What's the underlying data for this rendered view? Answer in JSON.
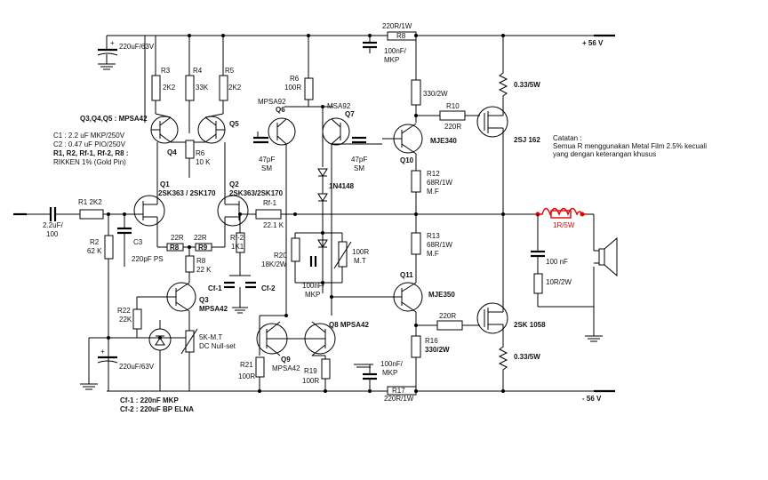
{
  "supply": {
    "pos": "+ 56 V",
    "neg": "- 56 V"
  },
  "notes": {
    "transistors": "Q3,Q4,Q5 : MPSA42",
    "c1": "C1 : 2.2 uF MKP/250V",
    "c2": "C2 : 0.47 uF PIO/250V",
    "resistors_a": "R1, R2, Rf-1, Rf-2, R8 :",
    "resistors_b": "RIKKEN 1% (Gold Pin)",
    "catatan_title": "Catatan :",
    "catatan_1": "Semua R menggunakan Metal Film 2.5% kecuali",
    "catatan_2": "yang dengan keterangan khusus",
    "cf1": "Cf-1 : 220nF MKP",
    "cf2": "Cf-2 : 220uF BP ELNA"
  },
  "parts": {
    "c_top": "220uF/63V",
    "c_bot": "220uF/63V",
    "r3": "R3",
    "r3v": "2K2",
    "r4": "R4",
    "r4v": "33K",
    "r5": "R5",
    "r5v": "2K2",
    "r6": "R6",
    "r6v": "10 K",
    "r6b": "R6",
    "r6bv": "100R",
    "r8": "R8",
    "r8v": "220R/1W",
    "c100top": "100nF/",
    "c100top_b": "MKP",
    "r330": "330/2W",
    "r10": "R10",
    "r10v": "220R",
    "r033top": "0.33/5W",
    "q_2sj": "2SJ 162",
    "q4": "Q4",
    "q5": "Q5",
    "q6": "Q6",
    "q6t": "MPSA92",
    "q7": "Q7",
    "q7t": "MSA92",
    "c47a": "47pF",
    "c47a_b": "SM",
    "c47b": "47pF",
    "c47b_b": "SM",
    "q10": "Q10",
    "q10t": "MJE340",
    "d1": "1N4148",
    "r12": "R12",
    "r12v": "68R/1W",
    "r12m": "M.F",
    "r13": "R13",
    "r13v": "68R/1W",
    "r13m": "M.F",
    "q1": "Q1",
    "q1t": "2SK363 / 2SK170",
    "q2": "Q2",
    "q2t": "2SK363/2SK170",
    "c_in": "2.2uF/",
    "c_in_b": "100",
    "r1": "R1 2K2",
    "r2": "R2",
    "r2v": "62 K",
    "c3": "C3",
    "c3v": "220pF PS",
    "r22a": "22R",
    "r22b": "22R",
    "r8s": "R8",
    "r9s": "R9",
    "rf1": "Rf-1",
    "rf1v": "22.1 K",
    "rf2": "Rf-2",
    "rf2v": "1K1",
    "r20": "R20",
    "r20v": "18K/2W",
    "r100mt": "100R",
    "r100mt_b": "M.T",
    "c100mkp": "100nF/",
    "c100mkp_b": "MKP",
    "rout": "1R/5W",
    "c100out": "100 nF",
    "r10out": "10R/2W",
    "q11": "Q11",
    "q11t": "MJE350",
    "r8b": "R8",
    "r8bv": "22 K",
    "q3": "Q3",
    "q3t": "MPSA42",
    "cf1": "Cf-1",
    "cf2": "Cf-2",
    "r22": "R22",
    "r22v": "22K",
    "r5k": "5K-M.T",
    "r5k_b": "DC Null-set",
    "q8": "Q8 MPSA42",
    "q9": "Q9",
    "q9t": "MPSA42",
    "r21": "R21",
    "r21v": "100R",
    "r19": "R19",
    "r19v": "100R",
    "c100bot": "100nF/",
    "c100bot_b": "MKP",
    "r17": "R17",
    "r17v": "220R/1W",
    "r220": "220R",
    "r16": "R16",
    "r16v": "330/2W",
    "q_2sk": "2SK 1058",
    "r033bot": "0.33/5W"
  }
}
